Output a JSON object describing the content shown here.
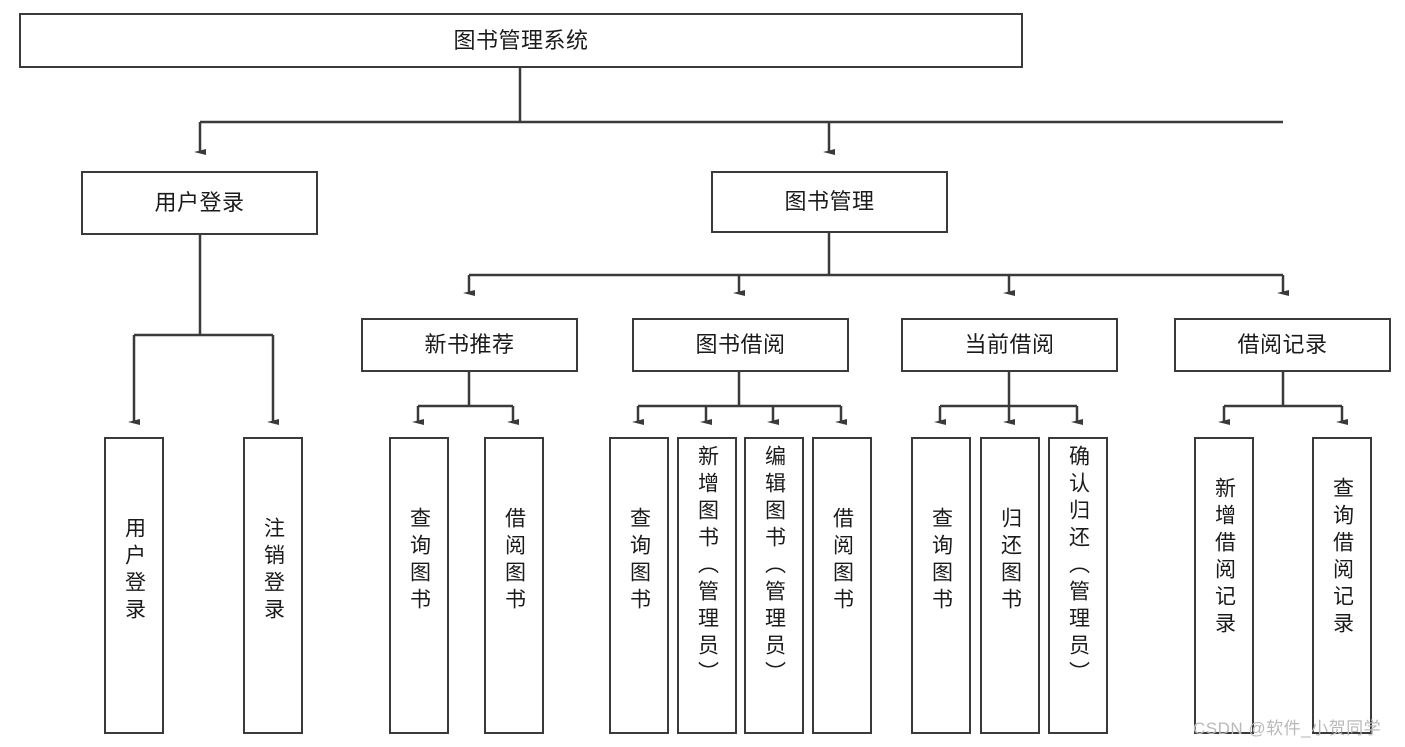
{
  "diagram": {
    "type": "hierarchy-tree",
    "title": "图书管理系统",
    "watermark": "CSDN @软件_小贺同学",
    "colors": {
      "box_border": "#3a3a3a",
      "box_fill": "#ffffff",
      "connector": "#3a3a3a",
      "text": "#1b1b1b",
      "watermark": "#b9b9b9"
    },
    "levels": {
      "root": "图书管理系统",
      "level2": [
        "用户登录",
        "图书管理"
      ],
      "level3": [
        "新书推荐",
        "图书借阅",
        "当前借阅",
        "借阅记录"
      ]
    },
    "nodes": {
      "root": {
        "label": "图书管理系统"
      },
      "user_login": {
        "label": "用户登录"
      },
      "book_manage": {
        "label": "图书管理"
      },
      "new_book_rec": {
        "label": "新书推荐"
      },
      "book_borrow": {
        "label": "图书借阅"
      },
      "current_borrow": {
        "label": "当前借阅"
      },
      "borrow_record": {
        "label": "借阅记录"
      }
    },
    "leaves": {
      "user_login": [
        {
          "label": "用户登录"
        },
        {
          "label": "注销登录"
        }
      ],
      "new_book_rec": [
        {
          "label": "查询图书"
        },
        {
          "label": "借阅图书"
        }
      ],
      "book_borrow": [
        {
          "label": "查询图书"
        },
        {
          "label": "新增图书（管理员）"
        },
        {
          "label": "编辑图书（管理员）"
        },
        {
          "label": "借阅图书"
        }
      ],
      "current_borrow": [
        {
          "label": "查询图书"
        },
        {
          "label": "归还图书"
        },
        {
          "label": "确认归还（管理员）"
        }
      ],
      "borrow_record": [
        {
          "label": "新增借阅记录"
        },
        {
          "label": "查询借阅记录"
        }
      ]
    }
  }
}
